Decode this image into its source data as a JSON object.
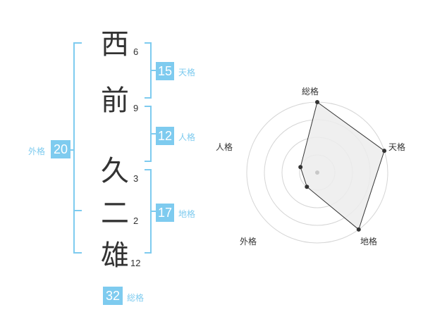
{
  "name": {
    "characters": [
      {
        "char": "西",
        "strokes": "6"
      },
      {
        "char": "前",
        "strokes": "9"
      },
      {
        "char": "久",
        "strokes": "3"
      },
      {
        "char": "二",
        "strokes": "2"
      },
      {
        "char": "雄",
        "strokes": "12"
      }
    ]
  },
  "fortunes": {
    "tenkaku": {
      "value": "15",
      "label": "天格"
    },
    "jinkaku": {
      "value": "12",
      "label": "人格"
    },
    "chikaku": {
      "value": "17",
      "label": "地格"
    },
    "gaikaku": {
      "value": "20",
      "label": "外格"
    },
    "soukaku": {
      "value": "32",
      "label": "総格"
    }
  },
  "chart_data": {
    "type": "radar",
    "axes": [
      "総格",
      "天格",
      "地格",
      "外格",
      "人格"
    ],
    "rings": 4,
    "values": [
      4,
      4,
      4,
      1,
      1
    ],
    "max": 4,
    "colors": {
      "ring": "#d5d5d5",
      "fill": "#ececec",
      "line": "#333333",
      "point": "#333333",
      "center": "#c8c8c8"
    }
  },
  "colors": {
    "accent": "#7ecbef",
    "text": "#333333"
  }
}
